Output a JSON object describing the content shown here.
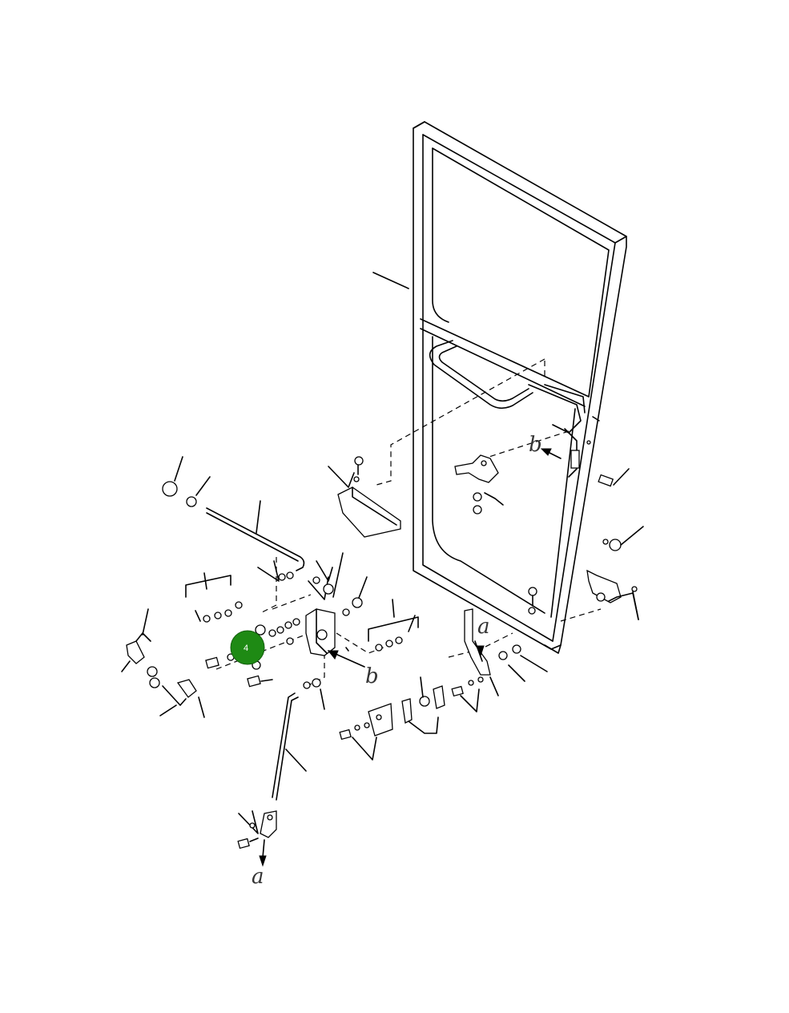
{
  "diagram": {
    "reference_letters": [
      {
        "id": "b-top",
        "label": "b"
      },
      {
        "id": "a-mid",
        "label": "a"
      },
      {
        "id": "b-mid",
        "label": "b"
      },
      {
        "id": "a-bottom",
        "label": "a"
      }
    ],
    "callout": {
      "label": "4",
      "color": "#1e8a14"
    }
  }
}
